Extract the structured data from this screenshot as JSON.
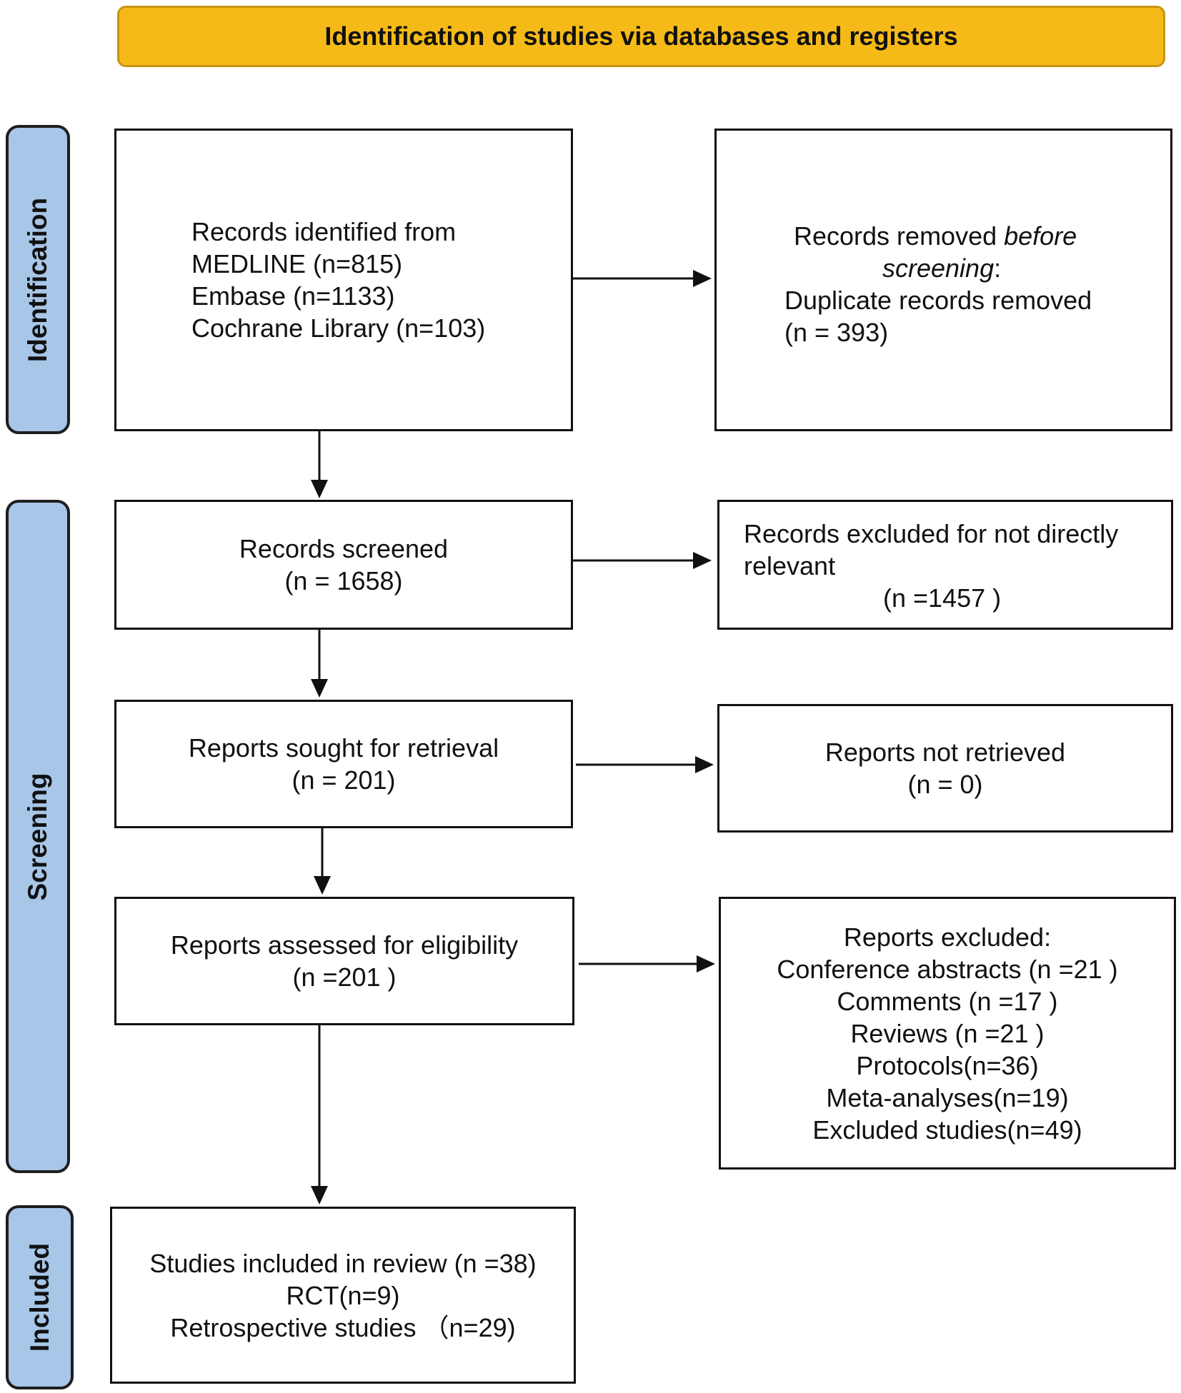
{
  "header": {
    "title": "Identification of studies via databases and registers"
  },
  "phases": {
    "identification": "Identification",
    "screening": "Screening",
    "included": "Included"
  },
  "boxes": {
    "records_identified": {
      "lines": [
        "Records identified from",
        "MEDLINE (n=815)",
        "Embase (n=1133)",
        "Cochrane Library (n=103)"
      ]
    },
    "records_removed": {
      "line1_a": "Records removed ",
      "line1_b": "before",
      "line2_a": "screening",
      "line2_b": ":",
      "line3": "Duplicate records removed",
      "line4": "(n = 393)"
    },
    "records_screened": {
      "lines": [
        "Records screened",
        "(n = 1658)"
      ]
    },
    "records_excluded": {
      "lines": [
        "Records excluded for not directly",
        "relevant",
        "(n =1457 )"
      ]
    },
    "reports_sought": {
      "lines": [
        "Reports sought for retrieval",
        "(n = 201)"
      ]
    },
    "reports_not_retrieved": {
      "lines": [
        "Reports not retrieved",
        "(n = 0)"
      ]
    },
    "reports_assessed": {
      "lines": [
        "Reports assessed for eligibility",
        "(n =201 )"
      ]
    },
    "reports_excluded": {
      "lines": [
        "Reports excluded:",
        "Conference abstracts (n =21 )",
        "Comments (n =17 )",
        "Reviews (n =21 )",
        "Protocols(n=36)",
        "Meta-analyses(n=19)",
        "Excluded studies(n=49)"
      ]
    },
    "studies_included": {
      "lines": [
        "Studies included in review (n =38)",
        "RCT(n=9)",
        "Retrospective studies （n=29)"
      ]
    }
  },
  "colors": {
    "header_fill": "#F5BA17",
    "phase_fill": "#A7C6E8",
    "line": "#111111"
  }
}
